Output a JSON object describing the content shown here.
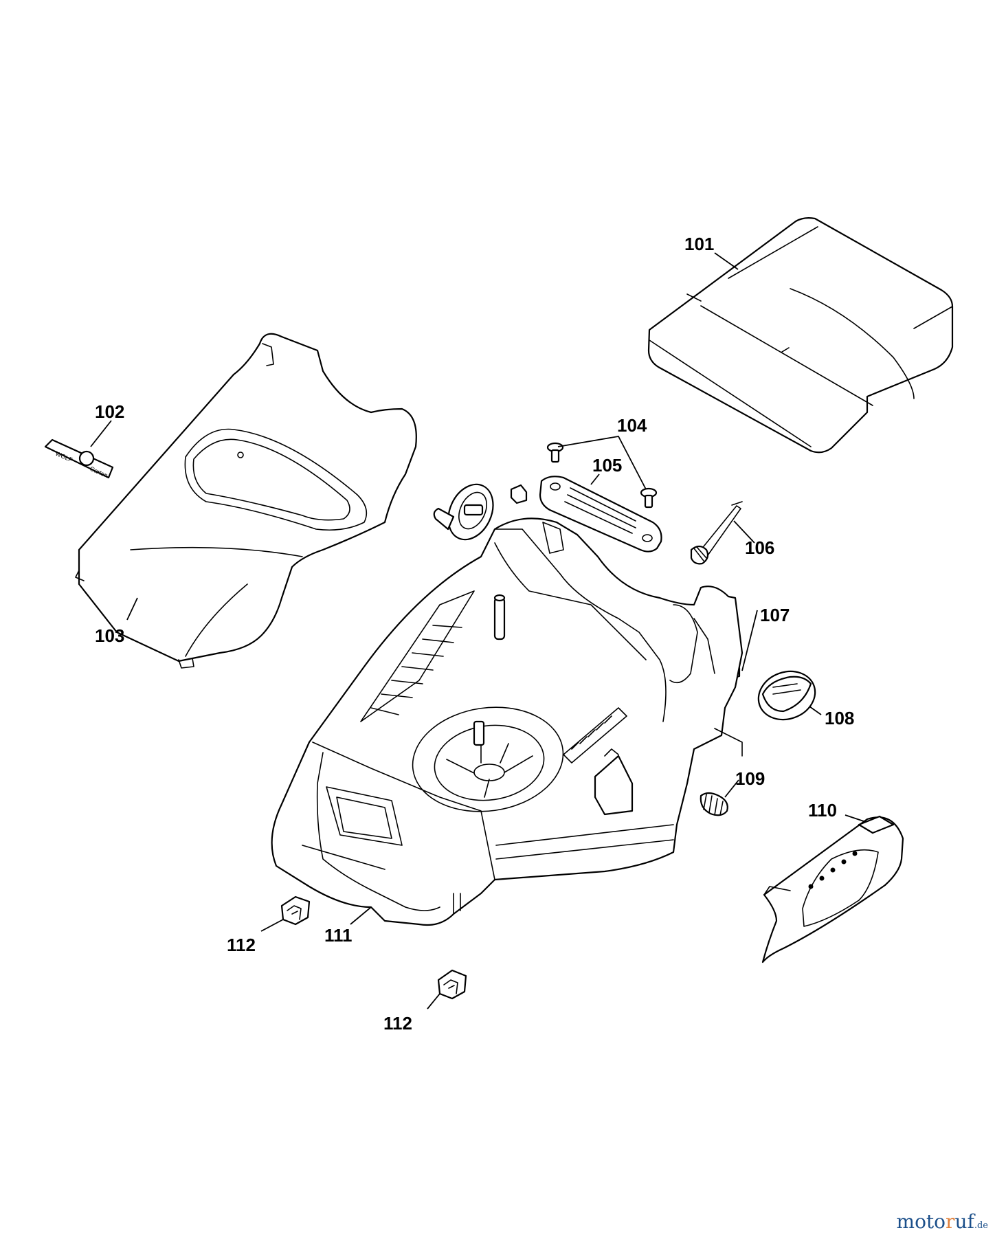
{
  "callouts": {
    "c101": "101",
    "c102": "102",
    "c103": "103",
    "c104": "104",
    "c105": "105",
    "c106": "106",
    "c107": "107",
    "c108": "108",
    "c109": "109",
    "c110": "110",
    "c111": "111",
    "c112a": "112",
    "c112b": "112"
  },
  "logo_text": {
    "line1": "WOLF",
    "line2": "Garten"
  },
  "watermark": {
    "pre": "moto",
    "mid": "r",
    "post": "uf",
    "tld": ".de"
  },
  "colors": {
    "line": "#000000",
    "background": "#ffffff",
    "watermark_blue": "#1b4f8a",
    "watermark_orange": "#e0803a"
  }
}
